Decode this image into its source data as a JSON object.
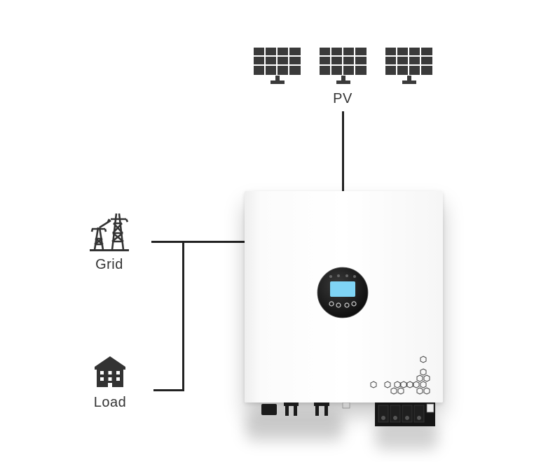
{
  "diagram": {
    "pv": {
      "label": "PV",
      "panel_icons": [
        "solar-panel-icon",
        "solar-panel-icon",
        "solar-panel-icon"
      ]
    },
    "grid": {
      "label": "Grid",
      "icon": "transmission-tower-icon"
    },
    "load": {
      "label": "Load",
      "icon": "house-icon"
    },
    "device": {
      "name_icon": "inverter-icon",
      "display_color": "#7fd4f5"
    },
    "colors": {
      "wire": "#222222",
      "icon": "#333333",
      "label": "#333333"
    }
  }
}
